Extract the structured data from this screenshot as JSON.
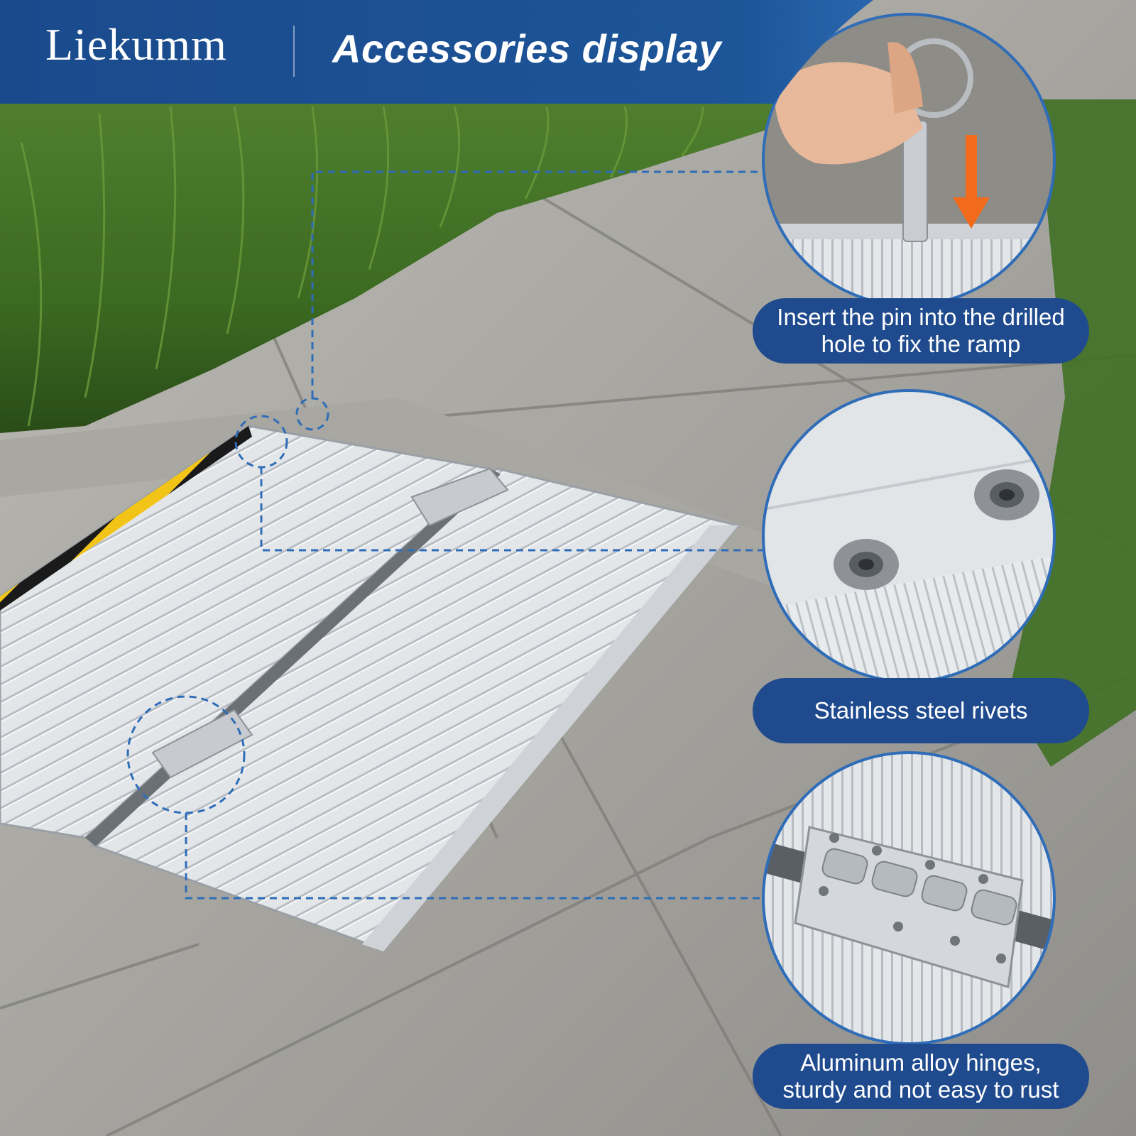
{
  "header": {
    "brand": "Liekumm",
    "title": "Accessories display"
  },
  "callouts": [
    {
      "text": "Insert the pin into the drilled hole to fix the ramp",
      "icon": "pin-detail"
    },
    {
      "text": "Stainless steel rivets",
      "icon": "rivet-detail"
    },
    {
      "text": "Aluminum alloy hinges, sturdy and not easy to rust",
      "icon": "hinge-detail"
    }
  ],
  "colors": {
    "header_blue": "#1c4f93",
    "callout_blue": "#1f4b8e",
    "dashed_line": "#2f6db8",
    "hazard_yellow": "#f2c418",
    "hazard_black": "#1a1a1a",
    "arrow_orange": "#f26a1b"
  }
}
